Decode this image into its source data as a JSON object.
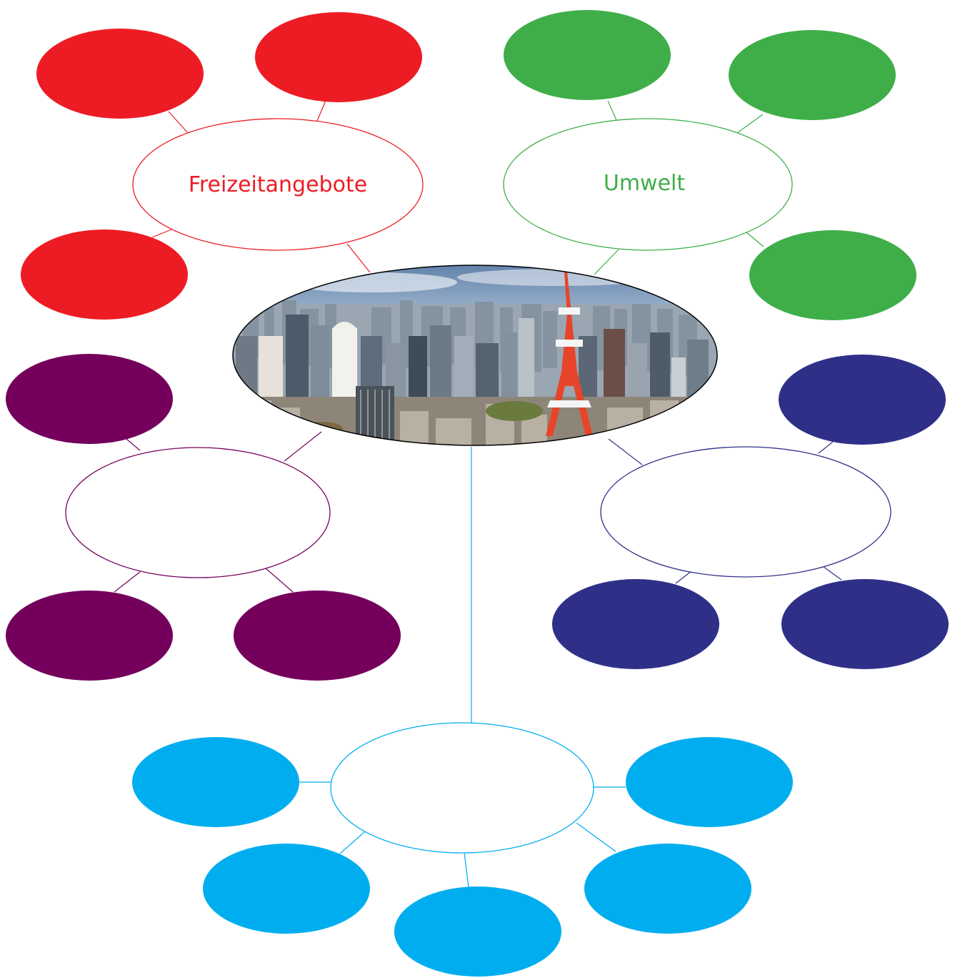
{
  "colors": {
    "red": "#ED1C24",
    "green": "#3FAE49",
    "purple": "#74005C",
    "navy": "#2E3088",
    "cyan": "#00AEEF",
    "background": "#FFFFFF"
  },
  "center": {
    "label": ""
  },
  "clusters": [
    {
      "id": "red",
      "label": "Freizeitangebote",
      "color_key": "red",
      "leaf_count": 3
    },
    {
      "id": "green",
      "label": "Umwelt",
      "color_key": "green",
      "leaf_count": 3
    },
    {
      "id": "purple",
      "label": "",
      "color_key": "purple",
      "leaf_count": 3
    },
    {
      "id": "navy",
      "label": "",
      "color_key": "navy",
      "leaf_count": 3
    },
    {
      "id": "cyan",
      "label": "",
      "color_key": "cyan",
      "leaf_count": 5
    }
  ]
}
